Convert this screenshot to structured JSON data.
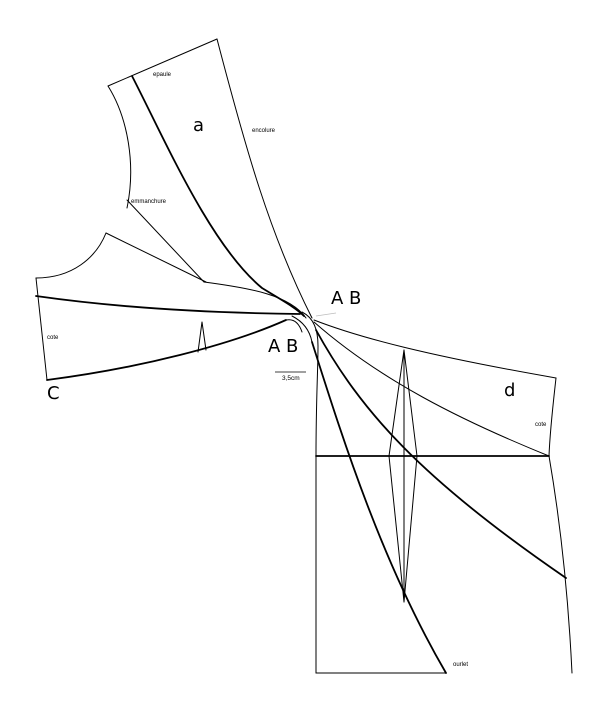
{
  "labels": {
    "epaule": "epaule",
    "encolure": "encolure",
    "emmanchure": "emmanchure",
    "cote_left": "cote",
    "cote_right": "cote",
    "ourlet": "ourlet",
    "measure": "3,5cm",
    "piece_a": "a",
    "piece_d": "d",
    "point_ab_upper": "A B",
    "point_ab_lower": "A B",
    "point_c": "C"
  }
}
